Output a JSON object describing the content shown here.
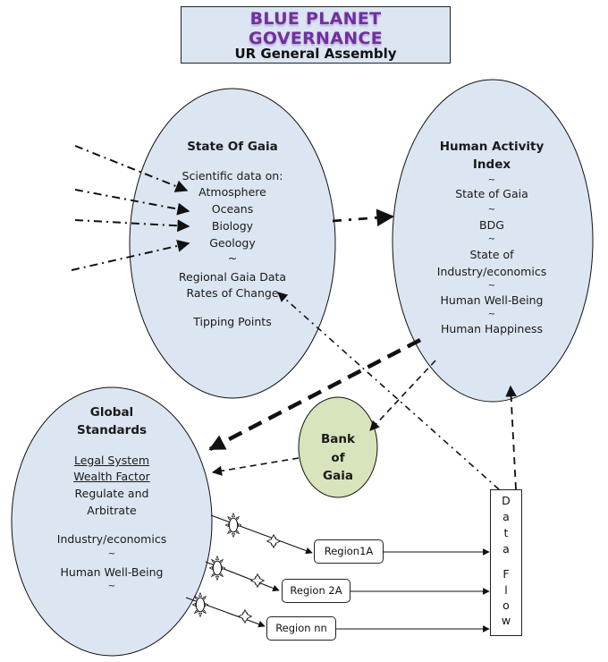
{
  "header": {
    "title": "BLUE PLANET GOVERNANCE",
    "subtitle": "UR General Assembly",
    "title_color": "#7030a0",
    "box_fill": "#dce6f2"
  },
  "colors": {
    "ellipse_fill": "#dce6f2",
    "bank_fill": "#d8e4bc",
    "stroke": "#111111"
  },
  "state_of_gaia": {
    "title": "State Of Gaia",
    "intro": "Scientific data on:",
    "items": [
      "Atmosphere",
      "Oceans",
      "Biology",
      "Geology"
    ],
    "sep": "~",
    "regional": "Regional Gaia Data",
    "rates": "Rates of Change",
    "tipping": "Tipping Points"
  },
  "human_activity": {
    "title_line1": "Human Activity",
    "title_line2": "Index",
    "lines": [
      "~",
      "State of Gaia",
      "~",
      "BDG",
      "~",
      "State of",
      "Industry/economics",
      "~",
      "Human Well-Being",
      "~",
      "Human Happiness"
    ]
  },
  "global_standards": {
    "title_line1": "Global",
    "title_line2": "Standards",
    "legal": "Legal System",
    "wealth": "Wealth Factor",
    "regulate1": "Regulate and",
    "regulate2": "Arbitrate",
    "industry": "Industry/economics",
    "sep1": "~",
    "wellbeing": "Human Well-Being",
    "sep2": "~"
  },
  "bank_of_gaia": {
    "line1": "Bank",
    "line2": "of",
    "line3": "Gaia"
  },
  "regions": [
    {
      "label": "Region1A"
    },
    {
      "label": "Region 2A"
    },
    {
      "label": "Region nn"
    }
  ],
  "data_flow": {
    "letters": [
      "D",
      "a",
      "t",
      "a",
      "",
      "F",
      "l",
      "o",
      "w"
    ]
  }
}
